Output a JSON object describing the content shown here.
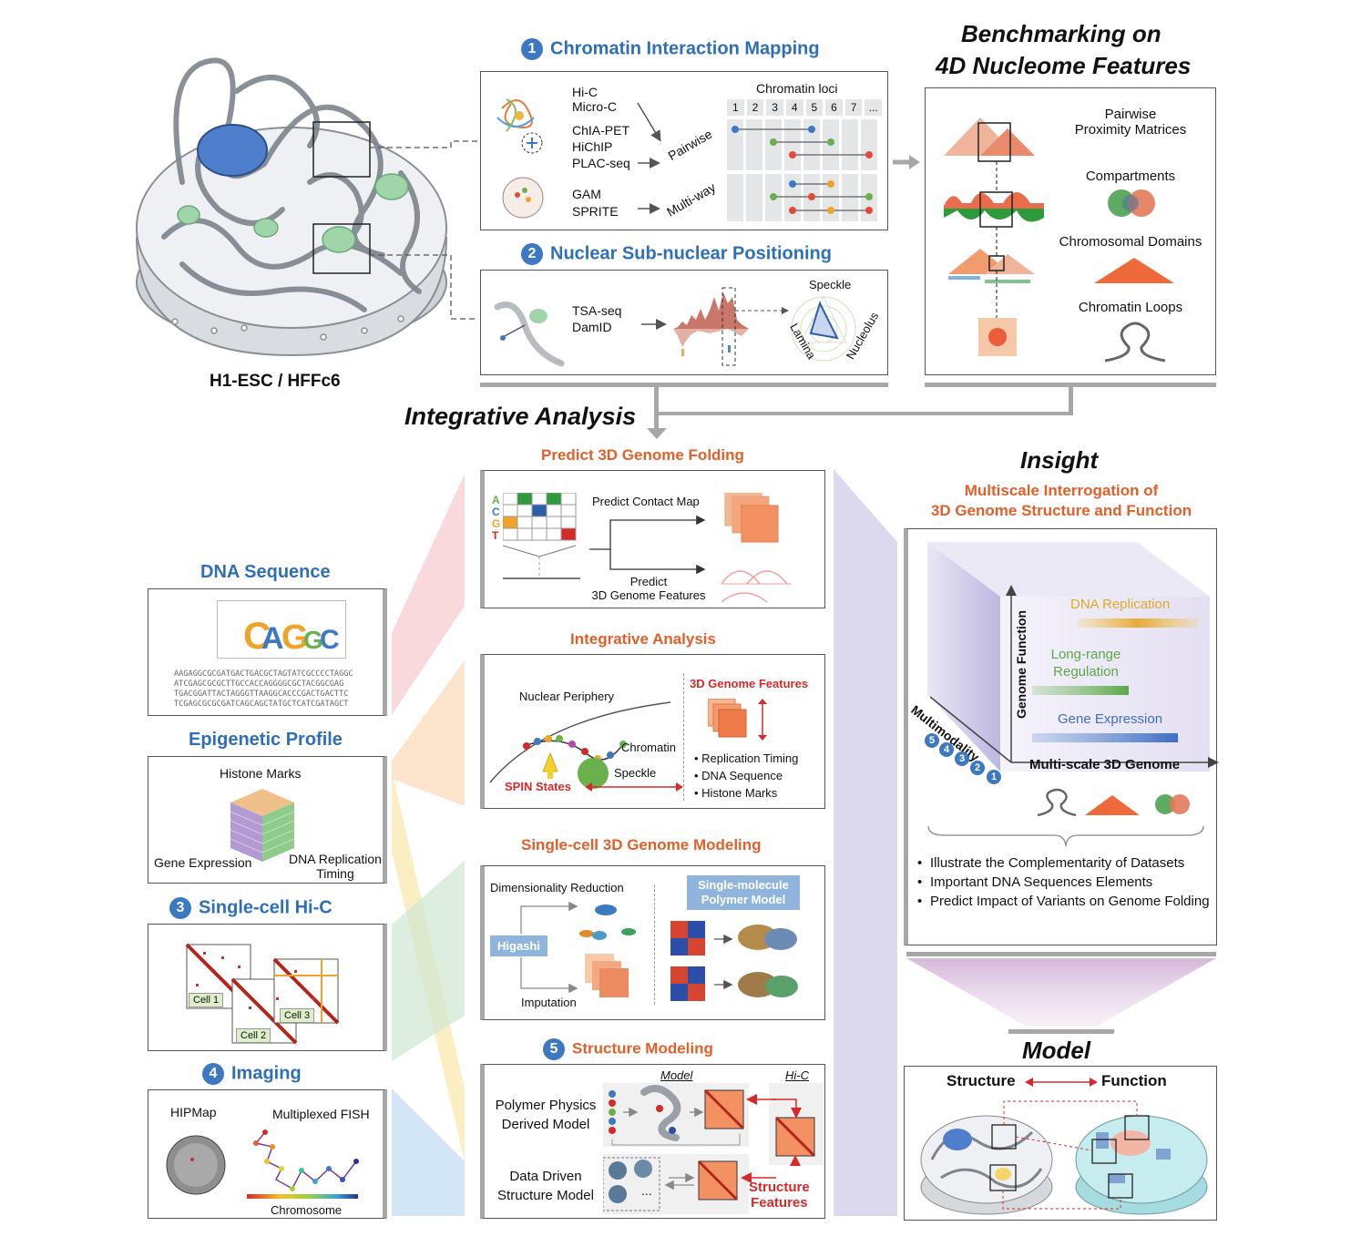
{
  "cell_label": "H1-ESC / HFFc6",
  "top_center": {
    "section1_num": "1",
    "section1_title": "Chromatin Interaction Mapping",
    "methods_group1": [
      "Hi-C",
      "Micro-C"
    ],
    "methods_group2": [
      "ChIA-PET",
      "HiChIP",
      "PLAC-seq"
    ],
    "methods_group3": [
      "GAM",
      "SPRITE"
    ],
    "pairwise": "Pairwise",
    "multiway": "Multi-way",
    "chromatin_loci": "Chromatin loci",
    "loci": [
      "1",
      "2",
      "3",
      "4",
      "5",
      "6",
      "7",
      "..."
    ],
    "section2_num": "2",
    "section2_title": "Nuclear Sub-nuclear Positioning",
    "methods_group4": [
      "TSA-seq",
      "DamID"
    ],
    "speckle": "Speckle",
    "lamina": "Lamina",
    "nucleolus": "Nucleolus"
  },
  "benchmark": {
    "title_line1": "Benchmarking on",
    "title_line2": "4D Nucleome Features",
    "features": [
      "Pairwise\nProximity Matrices",
      "Compartments",
      "Chromosomal Domains",
      "Chromatin Loops"
    ]
  },
  "integrative_title": "Integrative Analysis",
  "left_col": {
    "dna_title": "DNA Sequence",
    "dna_lines": [
      "AAGAGGCGCGATGACTGACGCTAGTATCGCCCCTAGGC",
      "ATCGAGCGCGCTTGCCACCAGGGGCGCTACGGCGAG",
      "TGACGGATTACTAGGGTTAAGGCACCCGACTGACTTC",
      "TCGAGCGCGCGATCAGCAGCTATGCTCATCGATAGCT"
    ],
    "epi_title": "Epigenetic Profile",
    "histone": "Histone Marks",
    "gene_expression": "Gene Expression",
    "dna_rep": "DNA Replication\nTiming",
    "sc_num": "3",
    "sc_title": "Single-cell Hi-C",
    "cells": [
      "Cell 1",
      "Cell 2",
      "Cell 3"
    ],
    "imaging_num": "4",
    "imaging_title": "Imaging",
    "hipmap": "HIPMap",
    "mfish": "Multiplexed FISH",
    "chromosome": "Chromosome"
  },
  "mid_col": {
    "p1_title": "Predict 3D Genome Folding",
    "acgt": [
      "A",
      "C",
      "G",
      "T"
    ],
    "predict_contact": "Predict Contact Map",
    "predict_features": "Predict\n3D Genome Features",
    "p2_title": "Integrative Analysis",
    "nuclear_periphery": "Nuclear Periphery",
    "chromatin": "Chromatin",
    "speckle": "Speckle",
    "spin_states": "SPIN States",
    "feat_title": "3D Genome Features",
    "feat_bullets": [
      "Replication Timing",
      "DNA Sequence",
      "Histone Marks"
    ],
    "p3_title": "Single-cell 3D Genome Modeling",
    "dim_red": "Dimensionality Reduction",
    "higashi": "Higashi",
    "imputation": "Imputation",
    "smpm": "Single-molecule\nPolymer Model",
    "p4_num": "5",
    "p4_title": "Structure Modeling",
    "model_label": "Model",
    "hic_label": "Hi-C",
    "ppdm": "Polymer Physics\nDerived Model",
    "ddsm": "Data Driven\nStructure Model",
    "ellipsis": "...",
    "struct_feat": "Structure\nFeatures"
  },
  "right_col": {
    "insight_title": "Insight",
    "insight_sub": "Multiscale Interrogation of\n3D Genome Structure and Function",
    "genome_function": "Genome Function",
    "multimodality": "Multimodality",
    "dna_replication": "DNA Replication",
    "long_range": "Long-range\nRegulation",
    "gene_expression": "Gene Expression",
    "multiscale": "Multi-scale 3D Genome",
    "modality_nums": [
      "5",
      "4",
      "3",
      "2",
      "1"
    ],
    "bullets": [
      "Illustrate the Complementarity of Datasets",
      "Important DNA Sequences Elements",
      "Predict Impact of Variants on Genome Folding"
    ],
    "model_title": "Model",
    "structure": "Structure",
    "function": "Function"
  },
  "colors": {
    "blue_title": "#2f6fb5",
    "orange_title": "#e0602b",
    "red": "#d62a2a",
    "grey_bar": "#a7a7a7"
  }
}
